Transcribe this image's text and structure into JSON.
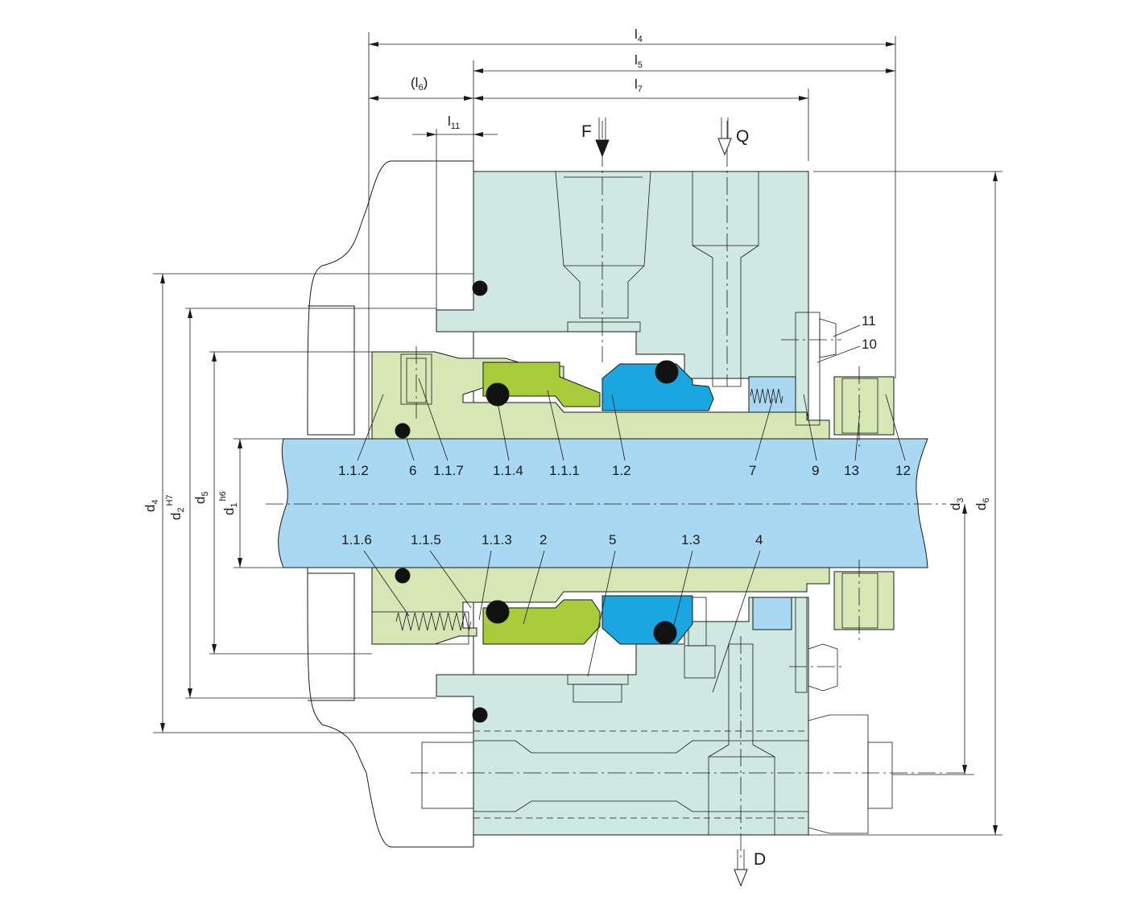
{
  "colors": {
    "housing": "#cfe8e2",
    "sleeve": "#d6e6b4",
    "rotor": "#a8cc3a",
    "seat": "#1aa6e0",
    "shaft": "#a9d8f2",
    "oring": "#111111",
    "gland": "#e8efec",
    "line": "#1a1a1a"
  },
  "dimensions": {
    "l4": {
      "main": "l",
      "sub": "4"
    },
    "l5": {
      "main": "l",
      "sub": "5"
    },
    "l6": {
      "main": "(l",
      "sub": "6",
      "tail": ")"
    },
    "l7": {
      "main": "l",
      "sub": "7"
    },
    "l11": {
      "main": "l",
      "sub": "11"
    },
    "d4": {
      "main": "d",
      "sub": "4"
    },
    "d2": {
      "main": "d",
      "sub": "2",
      "sup": "H7"
    },
    "d5": {
      "main": "d",
      "sub": "5"
    },
    "d1": {
      "main": "d",
      "sub": "1",
      "sup": "h6"
    },
    "d3": {
      "main": "d",
      "sub": "3"
    },
    "d6": {
      "main": "d",
      "sub": "6"
    }
  },
  "flows": {
    "F": "F",
    "Q": "Q",
    "D": "D"
  },
  "parts_top": [
    "1.1.2",
    "6",
    "1.1.7",
    "1.1.4",
    "1.1.1",
    "1.2",
    "7",
    "9",
    "13",
    "12"
  ],
  "parts_bottom": [
    "1.1.6",
    "1.1.5",
    "1.1.3",
    "2",
    "5",
    "1.3",
    "4"
  ],
  "parts_right": [
    "11",
    "10"
  ]
}
